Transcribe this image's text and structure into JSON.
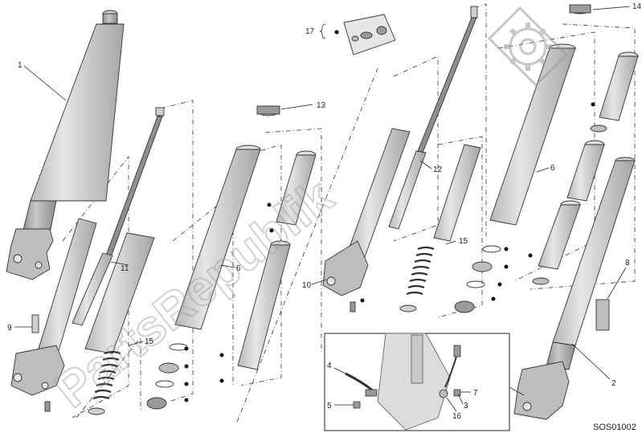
{
  "watermark": {
    "text": "PartsRepublik",
    "icon": "gear-icon"
  },
  "callouts": {
    "c1": "1",
    "c2": "2",
    "c3": "3",
    "c4": "4",
    "c5": "5",
    "c6a": "6",
    "c6b": "6",
    "c7": "7",
    "c8": "8",
    "c9": "9",
    "c10": "10",
    "c11": "11",
    "c12": "12",
    "c13": "13",
    "c14": "14",
    "c15a": "15",
    "c15b": "15",
    "c16": "16",
    "c17": "17"
  },
  "drawing_code": "SOS01002",
  "colors": {
    "tube_light": "#d4d4d4",
    "tube_dark": "#a9a9a9",
    "ink": "#333333",
    "watermark": "#9a9a9a"
  }
}
